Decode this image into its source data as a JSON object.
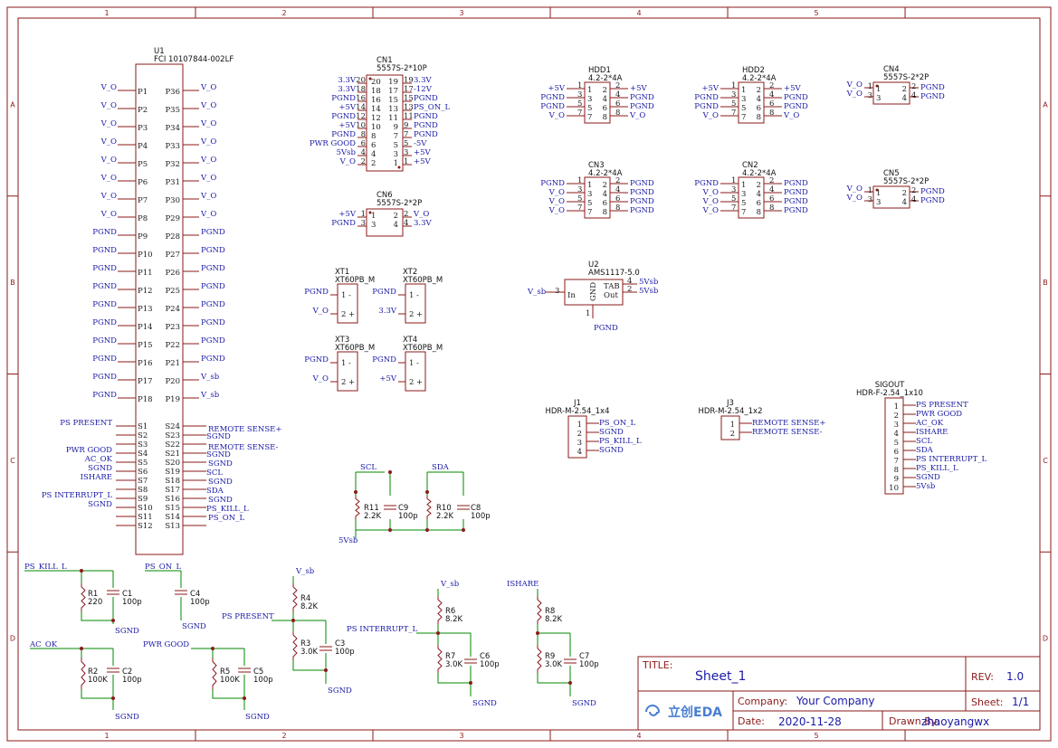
{
  "title_block": {
    "title_label": "TITLE:",
    "title": "Sheet_1",
    "rev_label": "REV:",
    "rev": "1.0",
    "company_label": "Company:",
    "company": "Your Company",
    "sheet_label": "Sheet:",
    "sheet": "1/1",
    "date_label": "Date:",
    "date": "2020-11-28",
    "drawn_label": "Drawn By:",
    "drawn_by": "zhaoyangwx",
    "logo": "立创EDA"
  },
  "ruler": {
    "cols": [
      "1",
      "2",
      "3",
      "4",
      "5"
    ],
    "rows": [
      "A",
      "B",
      "C",
      "D"
    ]
  },
  "u1": {
    "ref": "U1",
    "value": "FCI 10107844-002LF",
    "left": [
      {
        "net": "V_O",
        "pin": "P1"
      },
      {
        "net": "V_O",
        "pin": "P2"
      },
      {
        "net": "V_O",
        "pin": "P3"
      },
      {
        "net": "V_O",
        "pin": "P4"
      },
      {
        "net": "V_O",
        "pin": "P5"
      },
      {
        "net": "V_O",
        "pin": "P6"
      },
      {
        "net": "V_O",
        "pin": "P7"
      },
      {
        "net": "V_O",
        "pin": "P8"
      },
      {
        "net": "PGND",
        "pin": "P9"
      },
      {
        "net": "PGND",
        "pin": "P10"
      },
      {
        "net": "PGND",
        "pin": "P11"
      },
      {
        "net": "PGND",
        "pin": "P12"
      },
      {
        "net": "PGND",
        "pin": "P13"
      },
      {
        "net": "PGND",
        "pin": "P14"
      },
      {
        "net": "PGND",
        "pin": "P15"
      },
      {
        "net": "PGND",
        "pin": "P16"
      },
      {
        "net": "PGND",
        "pin": "P17"
      },
      {
        "net": "PGND",
        "pin": "P18"
      }
    ],
    "right": [
      {
        "net": "V_O",
        "pin": "P36"
      },
      {
        "net": "V_O",
        "pin": "P35"
      },
      {
        "net": "V_O",
        "pin": "P34"
      },
      {
        "net": "V_O",
        "pin": "P33"
      },
      {
        "net": "V_O",
        "pin": "P32"
      },
      {
        "net": "V_O",
        "pin": "P31"
      },
      {
        "net": "V_O",
        "pin": "P30"
      },
      {
        "net": "V_O",
        "pin": "P29"
      },
      {
        "net": "PGND",
        "pin": "P28"
      },
      {
        "net": "PGND",
        "pin": "P27"
      },
      {
        "net": "PGND",
        "pin": "P26"
      },
      {
        "net": "PGND",
        "pin": "P25"
      },
      {
        "net": "PGND",
        "pin": "P24"
      },
      {
        "net": "PGND",
        "pin": "P23"
      },
      {
        "net": "PGND",
        "pin": "P22"
      },
      {
        "net": "PGND",
        "pin": "P21"
      },
      {
        "net": "V_sb",
        "pin": "P20"
      },
      {
        "net": "V_sb",
        "pin": "P19"
      }
    ],
    "sleft": [
      {
        "net": "PS PRESENT",
        "pin": "S1"
      },
      {
        "net": "",
        "pin": "S2"
      },
      {
        "net": "",
        "pin": "S3"
      },
      {
        "net": "PWR GOOD",
        "pin": "S4"
      },
      {
        "net": "AC_OK",
        "pin": "S5"
      },
      {
        "net": "SGND",
        "pin": "S6"
      },
      {
        "net": "ISHARE",
        "pin": "S7"
      },
      {
        "net": "",
        "pin": "S8"
      },
      {
        "net": "PS INTERRUPT_L",
        "pin": "S9"
      },
      {
        "net": "SGND",
        "pin": "S10"
      },
      {
        "net": "",
        "pin": "S11"
      },
      {
        "net": "",
        "pin": "S12"
      }
    ],
    "sright": [
      {
        "net": "REMOTE SENSE+",
        "pin": "S24"
      },
      {
        "net": "SGND",
        "pin": "S23"
      },
      {
        "net": "REMOTE SENSE-",
        "pin": "S22"
      },
      {
        "net": "SGND",
        "pin": "S21"
      },
      {
        "net": "SGND",
        "pin": "S20"
      },
      {
        "net": "SCL",
        "pin": "S19"
      },
      {
        "net": "SGND",
        "pin": "S18"
      },
      {
        "net": "SDA",
        "pin": "S17"
      },
      {
        "net": "SGND",
        "pin": "S16"
      },
      {
        "net": "PS_KILL_L",
        "pin": "S15"
      },
      {
        "net": "PS_ON_L",
        "pin": "S14"
      },
      {
        "net": "",
        "pin": "S13"
      }
    ]
  },
  "cn1": {
    "ref": "CN1",
    "value": "5557S-2*10P",
    "left_nets": [
      "3.3V",
      "3.3V",
      "PGND",
      "+5V",
      "PGND",
      "+5V",
      "PGND",
      "PWR GOOD",
      "5Vsb",
      "V_O"
    ],
    "left_pins": [
      "20",
      "18",
      "16",
      "14",
      "12",
      "10",
      "8",
      "6",
      "4",
      "2"
    ],
    "in_left": [
      "20",
      "18",
      "16",
      "14",
      "12",
      "10",
      "8",
      "6",
      "4",
      "2"
    ],
    "in_right": [
      "19",
      "17",
      "15",
      "13",
      "11",
      "9",
      "7",
      "5",
      "3",
      "1"
    ],
    "right_pins": [
      "19",
      "17",
      "15",
      "13",
      "11",
      "9",
      "7",
      "5",
      "3",
      "1"
    ],
    "right_nets": [
      "3.3V",
      "-12V",
      "PGND",
      "PS_ON_L",
      "PGND",
      "PGND",
      "PGND",
      "-5V",
      "+5V",
      "+5V"
    ]
  },
  "cn6": {
    "ref": "CN6",
    "value": "5557S-2*2P",
    "left_nets": [
      "+5V",
      "PGND"
    ],
    "left_pins": [
      "1",
      "3"
    ],
    "in_left": [
      "1",
      "3"
    ],
    "in_right": [
      "2",
      "4"
    ],
    "right_pins": [
      "2",
      "4"
    ],
    "right_nets": [
      "V_O",
      "3.3V"
    ]
  },
  "hdd": [
    {
      "ref": "HDD1",
      "value": "4.2-2*4A",
      "left_nets": [
        "+5V",
        "PGND",
        "PGND",
        "V_O"
      ],
      "right_nets": [
        "+5V",
        "PGND",
        "PGND",
        "V_O"
      ]
    },
    {
      "ref": "HDD2",
      "value": "4.2-2*4A",
      "left_nets": [
        "+5V",
        "PGND",
        "PGND",
        "V_O"
      ],
      "right_nets": [
        "+5V",
        "PGND",
        "PGND",
        "V_O"
      ]
    },
    {
      "ref": "CN3",
      "value": "4.2-2*4A",
      "left_nets": [
        "PGND",
        "V_O",
        "V_O",
        "V_O"
      ],
      "right_nets": [
        "PGND",
        "PGND",
        "PGND",
        "PGND"
      ]
    },
    {
      "ref": "CN2",
      "value": "4.2-2*4A",
      "left_nets": [
        "PGND",
        "V_O",
        "V_O",
        "V_O"
      ],
      "right_nets": [
        "PGND",
        "PGND",
        "PGND",
        "PGND"
      ]
    }
  ],
  "hdd_pins": {
    "left_outer": [
      "1",
      "3",
      "5",
      "7"
    ],
    "left_inner": [
      "1",
      "3",
      "5",
      "7"
    ],
    "right_inner": [
      "2",
      "4",
      "6",
      "8"
    ],
    "right_outer": [
      "2",
      "4",
      "6",
      "8"
    ]
  },
  "cn4": {
    "ref": "CN4",
    "value": "5557S-2*2P",
    "left_nets": [
      "V_O",
      "V_O"
    ],
    "right_nets": [
      "PGND",
      "PGND"
    ]
  },
  "cn5": {
    "ref": "CN5",
    "value": "5557S-2*2P",
    "left_nets": [
      "V_O",
      "V_O"
    ],
    "right_nets": [
      "PGND",
      "PGND"
    ]
  },
  "small_pins": {
    "left_outer": [
      "1",
      "3"
    ],
    "left_inner": [
      "1",
      "3"
    ],
    "right_inner": [
      "2",
      "4"
    ],
    "right_outer": [
      "2",
      "4"
    ]
  },
  "xt": [
    {
      "ref": "XT1",
      "value": "XT60PB_M",
      "nets": [
        "PGND",
        "V_O"
      ]
    },
    {
      "ref": "XT2",
      "value": "XT60PB_M",
      "nets": [
        "PGND",
        "3.3V"
      ]
    },
    {
      "ref": "XT3",
      "value": "XT60PB_M",
      "nets": [
        "PGND",
        "V_O"
      ]
    },
    {
      "ref": "XT4",
      "value": "XT60PB_M",
      "nets": [
        "PGND",
        "+5V"
      ]
    }
  ],
  "xt_pins": {
    "p1": "1",
    "p1s": "-",
    "p2": "2",
    "p2s": "+"
  },
  "u2": {
    "ref": "U2",
    "value": "AMS1117-5.0",
    "in_net": "V_sb",
    "in_pin": "3",
    "in_lbl": "In",
    "gnd_lbl": "GND",
    "tab_lbl": "TAB",
    "out_lbl": "Out",
    "tab_pin": "4",
    "out_pin": "2",
    "gnd_pin": "1",
    "tab_net": "5Vsb",
    "out_net": "5Vsb",
    "gnd_net": "PGND"
  },
  "j1": {
    "ref": "J1",
    "value": "HDR-M-2.54_1x4",
    "pins": [
      "1",
      "2",
      "3",
      "4"
    ],
    "nets": [
      "PS_ON_L",
      "SGND",
      "PS_KILL_L",
      "SGND"
    ]
  },
  "j3": {
    "ref": "J3",
    "value": "HDR-M-2.54_1x2",
    "pins": [
      "1",
      "2"
    ],
    "nets": [
      "REMOTE SENSE+",
      "REMOTE SENSE-"
    ]
  },
  "sigout": {
    "ref": "SIGOUT",
    "value": "HDR-F-2.54_1x10",
    "pins": [
      "1",
      "2",
      "3",
      "4",
      "5",
      "6",
      "7",
      "8",
      "9",
      "10"
    ],
    "nets": [
      "PS PRESENT",
      "PWR GOOD",
      "AC_OK",
      "ISHARE",
      "SCL",
      "SDA",
      "PS INTERRUPT_L",
      "PS_KILL_L",
      "SGND",
      "5Vsb"
    ]
  },
  "i2c": {
    "scl": "SCL",
    "sda": "SDA",
    "vcc": "5Vsb",
    "r11": [
      "R11",
      "2.2K"
    ],
    "c9": [
      "C9",
      "100p"
    ],
    "r10": [
      "R10",
      "2.2K"
    ],
    "c8": [
      "C8",
      "100p"
    ]
  },
  "passives": {
    "ps_kill": {
      "net": "PS_KILL_L",
      "r": [
        "R1",
        "220"
      ],
      "c": [
        "C1",
        "100p"
      ],
      "gnd": "SGND"
    },
    "ps_on": {
      "net": "PS_ON_L",
      "c": [
        "C4",
        "100p"
      ],
      "gnd": "SGND"
    },
    "ac_ok": {
      "net": "AC_OK",
      "r": [
        "R2",
        "100K"
      ],
      "c": [
        "C2",
        "100p"
      ],
      "gnd": "SGND"
    },
    "pwr_good": {
      "net": "PWR GOOD",
      "r": [
        "R5",
        "100K"
      ],
      "c": [
        "C5",
        "100p"
      ],
      "gnd": "SGND"
    },
    "ps_present": {
      "top": "V_sb",
      "net": "PS PRESENT",
      "r1": [
        "R4",
        "8.2K"
      ],
      "r2": [
        "R3",
        "3.0K"
      ],
      "c": [
        "C3",
        "100p"
      ],
      "gnd": "SGND"
    },
    "ps_int": {
      "top": "V_sb",
      "net": "PS INTERRUPT_L",
      "r1": [
        "R6",
        "8.2K"
      ],
      "r2": [
        "R7",
        "3.0K"
      ],
      "c": [
        "C6",
        "100p"
      ],
      "gnd": "SGND"
    },
    "ishare": {
      "top": "ISHARE",
      "r1": [
        "R8",
        "8.2K"
      ],
      "r2": [
        "R9",
        "3.0K"
      ],
      "c": [
        "C7",
        "100p"
      ],
      "gnd": "SGND"
    }
  }
}
